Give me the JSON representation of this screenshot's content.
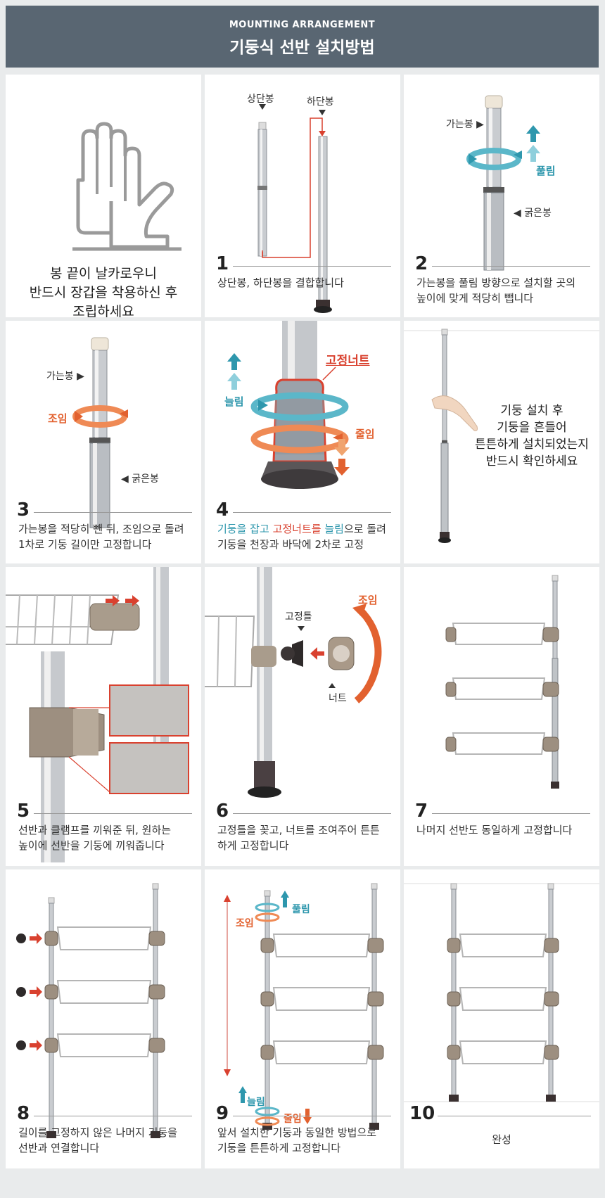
{
  "header": {
    "title_en": "MOUNTING ARRANGEMENT",
    "title_ko": "기둥식 선반 설치방법"
  },
  "warning": {
    "lines": [
      "봉 끝이 날카로우니",
      "반드시 장갑을 착용하신 후",
      "조립하세요"
    ]
  },
  "step1": {
    "num": "1",
    "label_top": "상단봉",
    "label_bottom": "하단봉",
    "caption": "상단봉, 하단봉을 결합합니다"
  },
  "step2": {
    "num": "2",
    "label_thin": "가는봉",
    "label_loosen": "풀림",
    "label_thick": "굵은봉",
    "caption_1": "가는봉을 풀림 방향으로 설치할 곳의",
    "caption_2": "높이에 맞게 적당히 뺍니다"
  },
  "step3": {
    "num": "3",
    "label_thin": "가는봉",
    "label_tighten": "조임",
    "label_thick": "굵은봉",
    "caption_1": "가는봉을 적당히 뺀 뒤, 조임으로 돌려",
    "caption_2": "1차로 기둥 길이만 고정합니다"
  },
  "step4": {
    "num": "4",
    "label_nut": "고정너트",
    "label_extend": "늘림",
    "label_shrink": "줄임",
    "caption_a": "기둥을 잡고",
    "caption_b": " ",
    "caption_c": "고정너트를",
    "caption_d": " ",
    "caption_e": "늘림",
    "caption_f": "으로 돌려",
    "caption_2": "기둥을 천장과 바닥에 2차로 고정"
  },
  "check": {
    "lines": [
      "기둥 설치 후",
      "기둥을 흔들어",
      "튼튼하게 설치되었는지",
      "반드시 확인하세요"
    ]
  },
  "step5": {
    "num": "5",
    "caption_1": "선반과 클램프를 끼워준 뒤, 원하는",
    "caption_2": "높이에 선반을 기둥에 끼워줍니다"
  },
  "step6": {
    "num": "6",
    "label_fixer": "고정틀",
    "label_nut": "너트",
    "label_tighten": "조임",
    "caption_1": "고정틀을 꽂고, 너트를 조여주어 튼튼",
    "caption_2": "하게 고정합니다"
  },
  "step7": {
    "num": "7",
    "caption": "나머지 선반도 동일하게 고정합니다"
  },
  "step8": {
    "num": "8",
    "caption_1": "길이를 고정하지 않은 나머지 기둥을",
    "caption_2": "선반과 연결합니다"
  },
  "step9": {
    "num": "9",
    "label_loosen": "풀림",
    "label_tighten": "조임",
    "label_extend": "늘림",
    "label_shrink": "줄임",
    "caption_1": "앞서 설치한 기둥과 동일한 방법으로",
    "caption_2": "기둥을 튼튼하게 고정합니다"
  },
  "step10": {
    "num": "10",
    "caption": "완성"
  },
  "colors": {
    "header_bg": "#596672",
    "red": "#d9412f",
    "teal": "#2e97ad",
    "orange": "#e2612f"
  }
}
